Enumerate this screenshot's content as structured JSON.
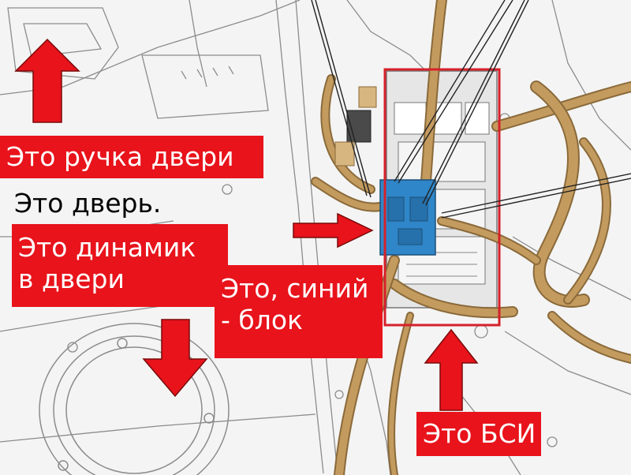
{
  "labels": {
    "door_handle": "Это ручка двери",
    "door": "Это дверь.",
    "speaker_line1": "Это динамик",
    "speaker_line2": "в двери",
    "blue_block_line1": "Это, синий",
    "blue_block_line2": "- блок",
    "bsi": "Это БСИ"
  },
  "colors": {
    "label_bg": "#e8131b",
    "label_text": "#ffffff",
    "arrow": "#e8131b",
    "arrow_outline": "#7a0a0a",
    "harness": "#b8925a",
    "harness_dark": "#8a6a3a",
    "blue_block": "#2f86c8",
    "highlight_box": "#d6212b",
    "line_art": "#8c8c8c",
    "panel": "#f3f3f3"
  },
  "icons": [
    "up-arrow-icon",
    "down-arrow-icon",
    "right-arrow-icon"
  ]
}
